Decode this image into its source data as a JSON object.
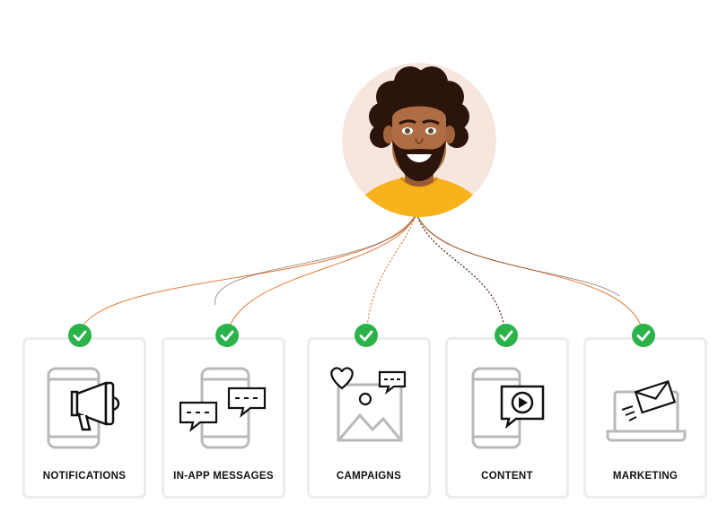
{
  "accent_line": "#e47a3a",
  "dark_line": "#4a2416",
  "check_color": "#2bb34a",
  "avatar": {
    "icon": "person-avatar",
    "background": "#f6e6dd"
  },
  "channels": [
    {
      "label": "NOTIFICATIONS",
      "icon": "megaphone-phone-icon"
    },
    {
      "label": "IN-APP MESSAGES",
      "icon": "phone-chat-bubbles-icon"
    },
    {
      "label": "CAMPAIGNS",
      "icon": "image-heart-chat-icon"
    },
    {
      "label": "CONTENT",
      "icon": "phone-video-play-icon"
    },
    {
      "label": "MARKETING",
      "icon": "laptop-email-icon"
    }
  ]
}
